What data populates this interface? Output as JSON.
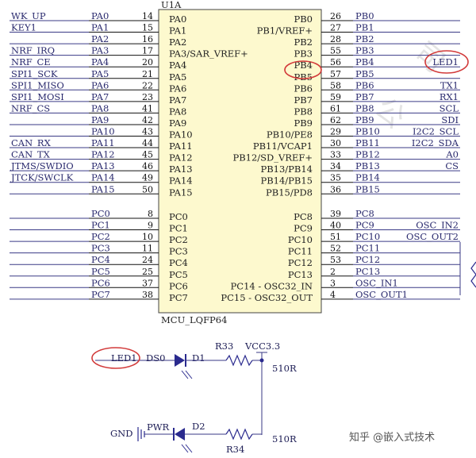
{
  "chip": {
    "ref": "U1A",
    "package": "MCU_LQFP64"
  },
  "left_pins": [
    {
      "net": "WK_UP",
      "port": "PA0",
      "num": "14",
      "pin": "PA0"
    },
    {
      "net": "KEY1",
      "port": "PA1",
      "num": "15",
      "pin": "PA1"
    },
    {
      "net": "",
      "port": "PA2",
      "num": "16",
      "pin": "PA2"
    },
    {
      "net": "NRF_IRQ",
      "port": "PA3",
      "num": "17",
      "pin": "PA3/SAR_VREF+"
    },
    {
      "net": "NRF_CE",
      "port": "PA4",
      "num": "20",
      "pin": "PA4"
    },
    {
      "net": "SPI1_SCK",
      "port": "PA5",
      "num": "21",
      "pin": "PA5"
    },
    {
      "net": "SPI1_MISO",
      "port": "PA6",
      "num": "22",
      "pin": "PA6"
    },
    {
      "net": "SPI1_MOSI",
      "port": "PA7",
      "num": "23",
      "pin": "PA7"
    },
    {
      "net": "NRF_CS",
      "port": "PA8",
      "num": "41",
      "pin": "PA8"
    },
    {
      "net": "",
      "port": "PA9",
      "num": "42",
      "pin": "PA9"
    },
    {
      "net": "",
      "port": "PA10",
      "num": "43",
      "pin": "PA10"
    },
    {
      "net": "CAN_RX",
      "port": "PA11",
      "num": "44",
      "pin": "PA11"
    },
    {
      "net": "CAN_TX",
      "port": "PA12",
      "num": "45",
      "pin": "PA12"
    },
    {
      "net": "JTMS/SWDIO",
      "port": "PA13",
      "num": "46",
      "pin": "PA13"
    },
    {
      "net": "JTCK/SWCLK",
      "port": "PA14",
      "num": "49",
      "pin": "PA14"
    },
    {
      "net": "",
      "port": "PA15",
      "num": "50",
      "pin": "PA15"
    },
    {
      "net": "",
      "port": "PC0",
      "num": "8",
      "pin": "PC0"
    },
    {
      "net": "",
      "port": "PC1",
      "num": "9",
      "pin": "PC1"
    },
    {
      "net": "",
      "port": "PC2",
      "num": "10",
      "pin": "PC2"
    },
    {
      "net": "",
      "port": "PC3",
      "num": "11",
      "pin": "PC3"
    },
    {
      "net": "",
      "port": "PC4",
      "num": "24",
      "pin": "PC4"
    },
    {
      "net": "",
      "port": "PC5",
      "num": "25",
      "pin": "PC5"
    },
    {
      "net": "",
      "port": "PC6",
      "num": "37",
      "pin": "PC6"
    },
    {
      "net": "",
      "port": "PC7",
      "num": "38",
      "pin": "PC7"
    }
  ],
  "right_pins": [
    {
      "pin": "PB0",
      "num": "26",
      "port": "PB0",
      "net": ""
    },
    {
      "pin": "PB1/VREF+",
      "num": "27",
      "port": "PB1",
      "net": ""
    },
    {
      "pin": "PB2",
      "num": "28",
      "port": "PB2",
      "net": ""
    },
    {
      "pin": "PB3",
      "num": "55",
      "port": "PB3",
      "net": ""
    },
    {
      "pin": "PB4",
      "num": "56",
      "port": "PB4",
      "net": "LED1"
    },
    {
      "pin": "PB5",
      "num": "57",
      "port": "PB5",
      "net": ""
    },
    {
      "pin": "PB6",
      "num": "58",
      "port": "PB6",
      "net": "TX1"
    },
    {
      "pin": "PB7",
      "num": "59",
      "port": "PB7",
      "net": "RX1"
    },
    {
      "pin": "PB8",
      "num": "61",
      "port": "PB8",
      "net": "SCL"
    },
    {
      "pin": "PB9",
      "num": "62",
      "port": "PB9",
      "net": "SDI"
    },
    {
      "pin": "PB10/PE8",
      "num": "29",
      "port": "PB10",
      "net": "I2C2_SCL"
    },
    {
      "pin": "PB11/VCAP1",
      "num": "30",
      "port": "PB11",
      "net": "I2C2_SDA"
    },
    {
      "pin": "PB12/SD_VREF+",
      "num": "33",
      "port": "PB12",
      "net": "A0"
    },
    {
      "pin": "PB13/PB14",
      "num": "34",
      "port": "PB13",
      "net": "CS"
    },
    {
      "pin": "PB14/PB15",
      "num": "35",
      "port": "PB14",
      "net": ""
    },
    {
      "pin": "PB15/PD8",
      "num": "36",
      "port": "PB15",
      "net": ""
    },
    {
      "pin": "PC8",
      "num": "39",
      "port": "PC8",
      "net": ""
    },
    {
      "pin": "PC9",
      "num": "40",
      "port": "PC9",
      "net": "OSC_IN2"
    },
    {
      "pin": "PC10",
      "num": "51",
      "port": "PC10",
      "net": "OSC_OUT2"
    },
    {
      "pin": "PC11",
      "num": "52",
      "port": "PC11",
      "net": ""
    },
    {
      "pin": "PC12",
      "num": "53",
      "port": "PC12",
      "net": ""
    },
    {
      "pin": "PC13",
      "num": "2",
      "port": "PC13",
      "net": ""
    },
    {
      "pin": "PC14 - OSC32_IN",
      "num": "3",
      "port": "OSC_IN1",
      "net": ""
    },
    {
      "pin": "PC15 - OSC32_OUT",
      "num": "4",
      "port": "OSC_OUT1",
      "net": ""
    }
  ],
  "led_circuit": {
    "net_led1": "LED1",
    "ds0": "DS0",
    "d1": "D1",
    "r33": "R33",
    "vcc": "VCC3.3",
    "r33_value": "510R",
    "gnd": "GND",
    "pwr": "PWR",
    "d2": "D2",
    "r34": "R34",
    "r34_value": "510R"
  },
  "watermark": {
    "text": "知乎 @嵌入式技术"
  },
  "colors": {
    "wire": "#3a3a86",
    "highlight": "#d23a3a",
    "chip_fill": "#fdf9ce",
    "chip_stroke": "#444"
  }
}
